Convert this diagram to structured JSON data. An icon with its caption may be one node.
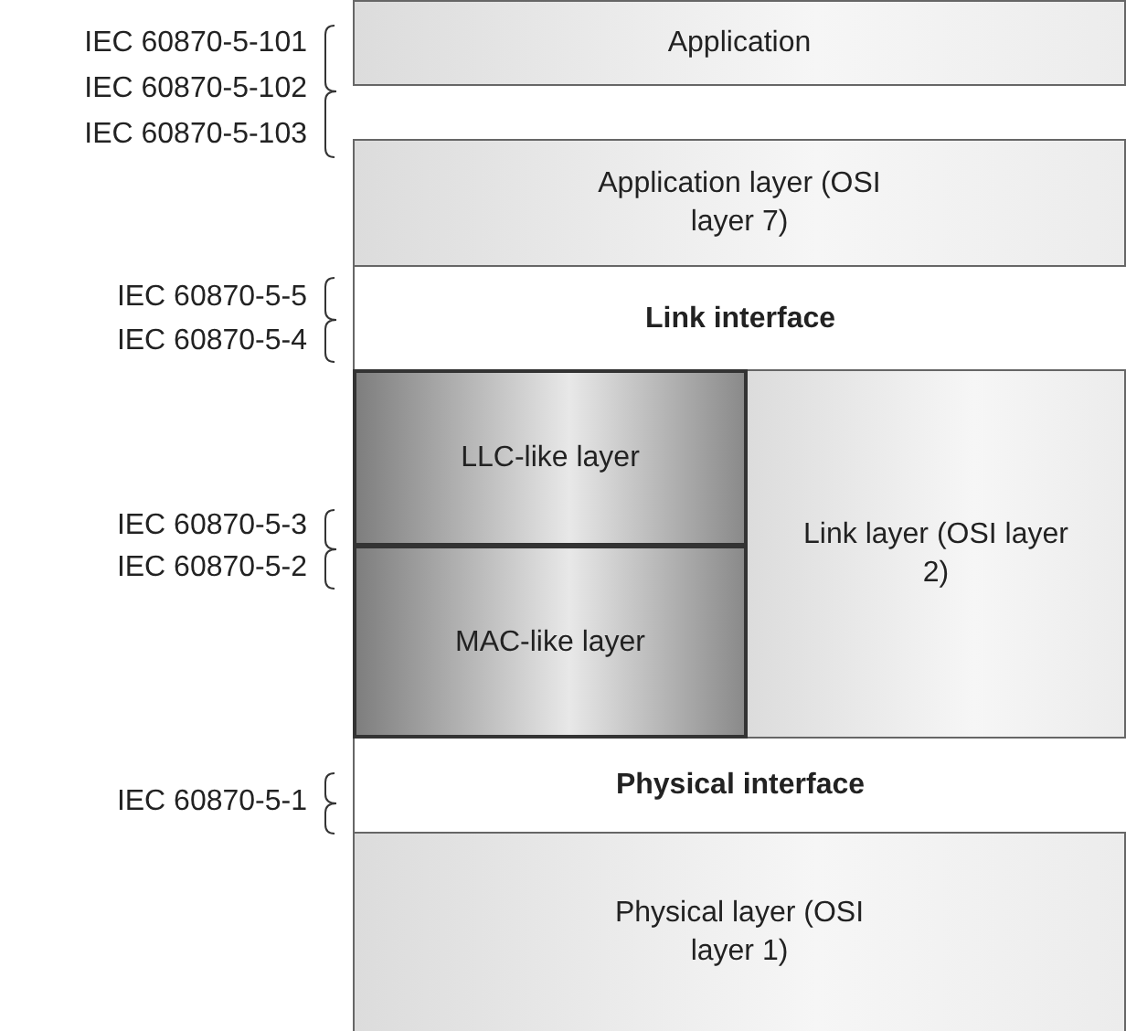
{
  "diagram": {
    "nodes": [
      {
        "text": [
          "Application"
        ]
      },
      {
        "text": [
          "Application layer (OSI layer 7)"
        ]
      },
      {
        "text": [
          "Link interface"
        ]
      },
      {
        "text": [
          "LLC-like layer"
        ]
      },
      {
        "text": [
          "MAC-like layer"
        ]
      },
      {
        "text": [
          "Link layer (OSI layer 2)"
        ]
      },
      {
        "text": [
          "Physical interface"
        ]
      },
      {
        "text": [
          "Physical layer (OSI layer 1)"
        ]
      }
    ],
    "labels": [
      "IEC 60870-5-101",
      "IEC 60870-5-102",
      "IEC 60870-5-103",
      "IEC 60870-5-5",
      "IEC 60870-5-4",
      "IEC 60870-5-3",
      "IEC 60870-5-2",
      "IEC 60870-5-1"
    ]
  }
}
